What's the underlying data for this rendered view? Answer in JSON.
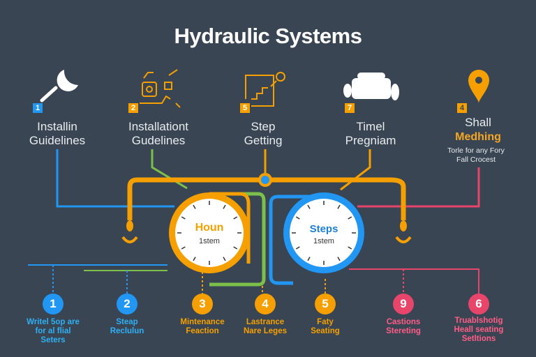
{
  "title": "Hydraulic Systems",
  "colors": {
    "background": "#394553",
    "blue": "#2196f3",
    "green": "#7cc04b",
    "orange": "#f5a000",
    "pink": "#e8456b",
    "white": "#ffffff"
  },
  "top_items": [
    {
      "number": "1",
      "label_line1": "Installin",
      "label_line2": "Guidelines",
      "icon": "moon-magnifier-icon"
    },
    {
      "number": "2",
      "label_line1": "Installationt",
      "label_line2": "Gudelines",
      "icon": "circuit-tool-icon"
    },
    {
      "number": "5",
      "label_line1": "Step",
      "label_line2": "Getting",
      "icon": "staircase-icon"
    },
    {
      "number": "7",
      "label_line1": "Timel",
      "label_line2": "Pregniam",
      "icon": "pipes-icon"
    },
    {
      "number": "4",
      "label_line1": "Shall",
      "label_line2": "Medhing",
      "sub_line1": "Torle for any Fory",
      "sub_line2": "Fall Crocest",
      "icon": "location-pin-icon"
    }
  ],
  "gauges": [
    {
      "title": "Houn",
      "subtitle": "1stem"
    },
    {
      "title": "Steps",
      "subtitle": "1stem"
    }
  ],
  "bottom_items": [
    {
      "number": "1",
      "lines": [
        "Writel 5op are",
        "for al flial",
        "Seters"
      ]
    },
    {
      "number": "2",
      "lines": [
        "Steap",
        "Reclulun"
      ]
    },
    {
      "number": "3",
      "lines": [
        "Mintenance",
        "Feaction"
      ]
    },
    {
      "number": "4",
      "lines": [
        "Lastrance",
        "Nare Leges"
      ]
    },
    {
      "number": "5",
      "lines": [
        "Faty",
        "Seating"
      ]
    },
    {
      "number": "9",
      "lines": [
        "Castions",
        "Stereting"
      ]
    },
    {
      "number": "6",
      "lines": [
        "Truablshotig",
        "Heall seating",
        "Setltions"
      ]
    }
  ]
}
